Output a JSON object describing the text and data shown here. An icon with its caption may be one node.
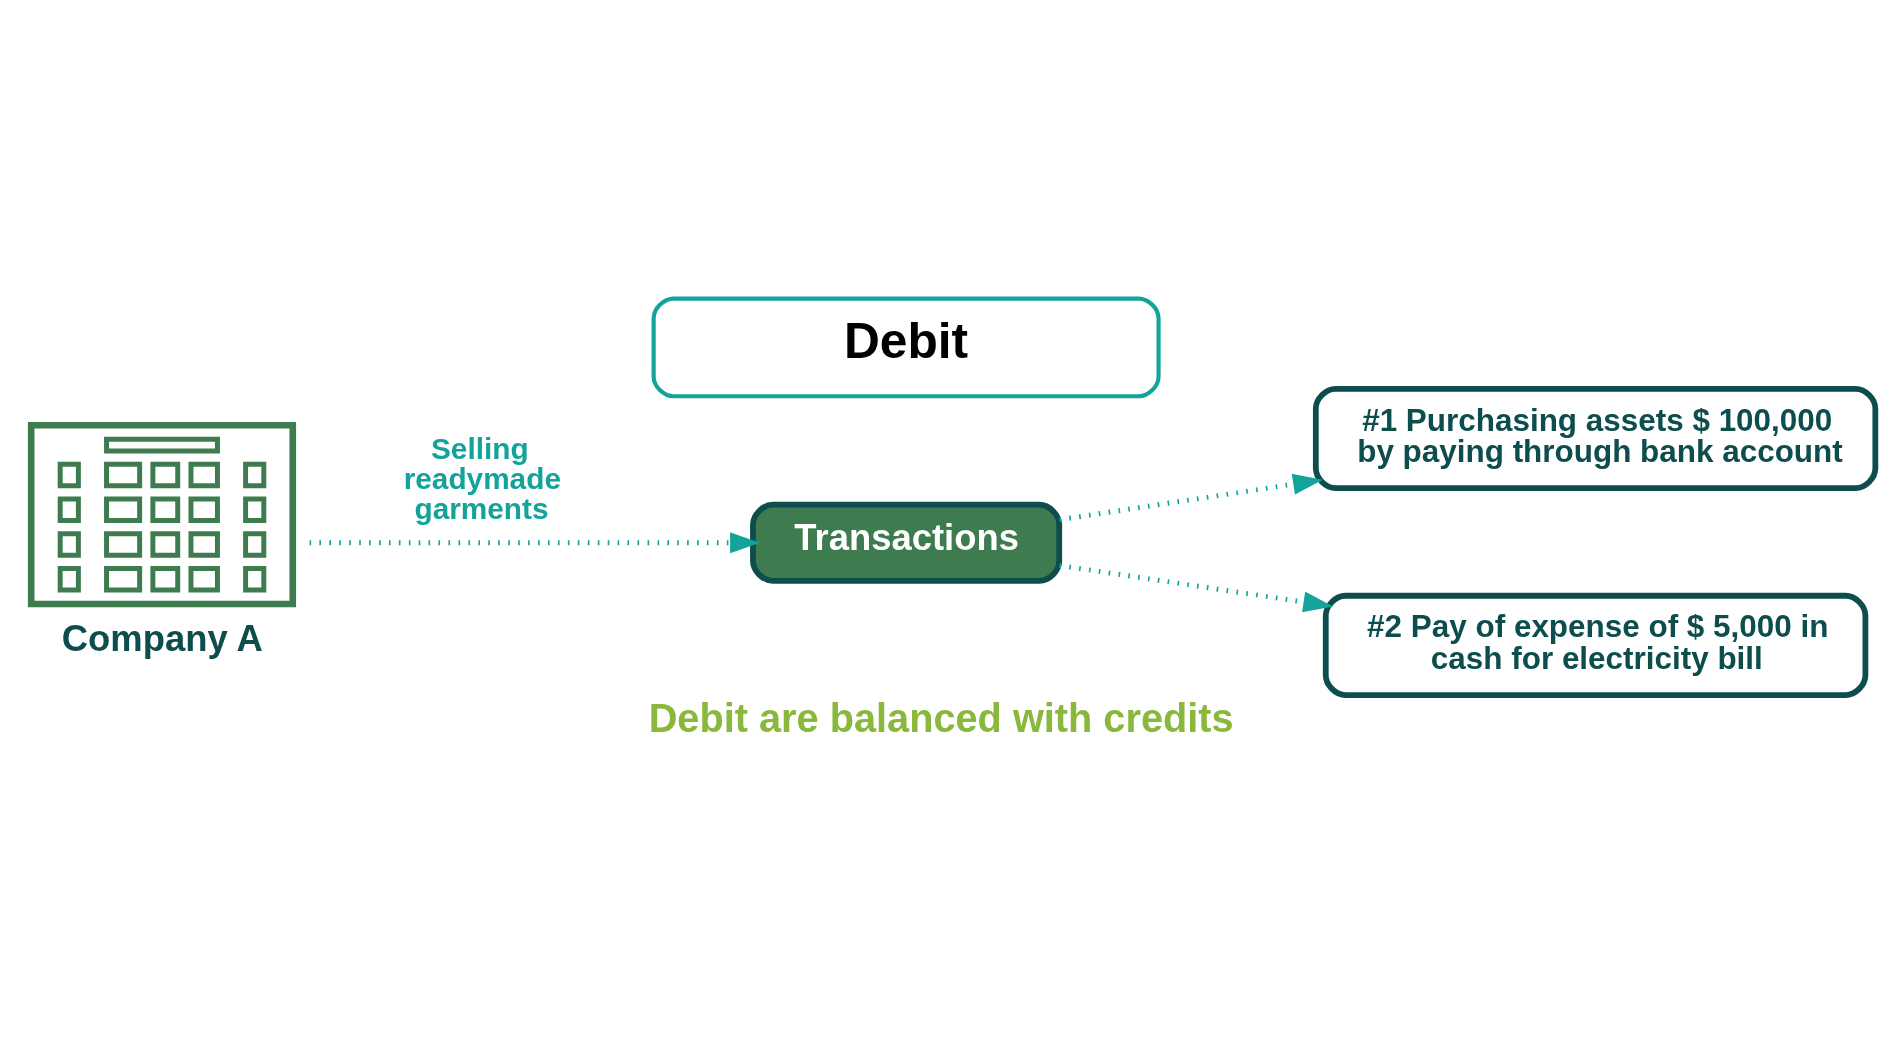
{
  "diagram": {
    "caption": "Debit are balanced with credits",
    "nodes": [
      {
        "text": [
          "Debit"
        ]
      },
      {
        "text": [
          "Company A"
        ]
      },
      {
        "text": [
          "Transactions"
        ]
      },
      {
        "text": [
          "#1 Purchasing assets $ 100,000 by paying through bank account"
        ]
      },
      {
        "text": [
          "#2 Pay of expense of $ 5,000 in cash for electricity bill"
        ]
      }
    ],
    "edges": [
      {
        "from": 1,
        "to": 2,
        "arrow": "to",
        "label": "Selling readymade garments"
      },
      {
        "from": 2,
        "to": 3,
        "arrow": "to"
      },
      {
        "from": 2,
        "to": 4,
        "arrow": "to"
      }
    ]
  }
}
